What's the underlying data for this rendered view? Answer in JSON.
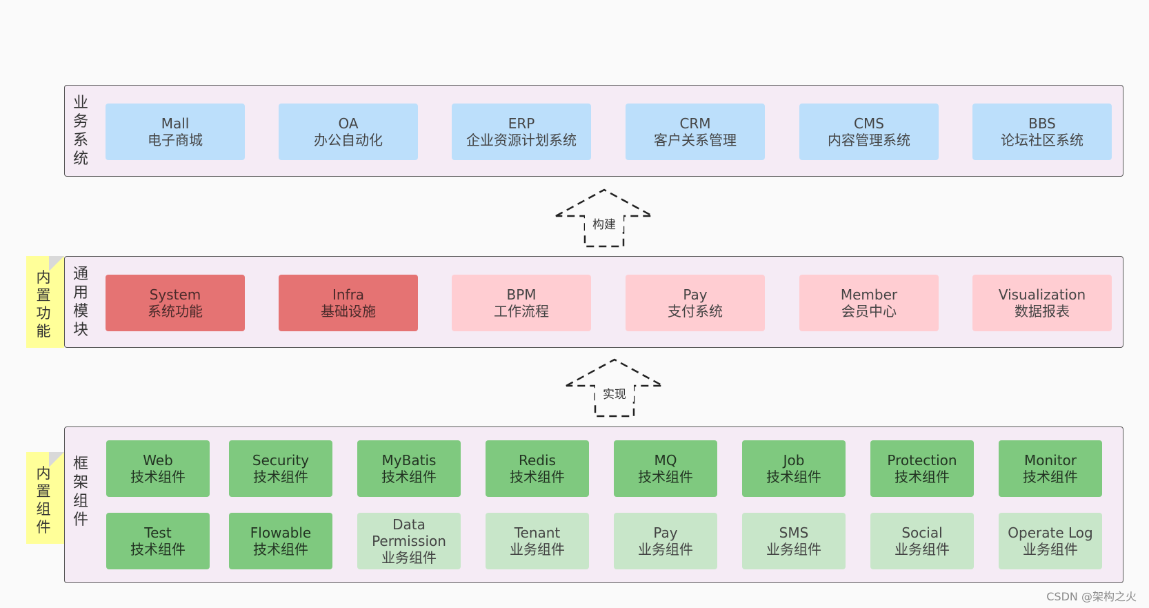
{
  "business": {
    "label": "业务系统",
    "items": [
      {
        "en": "Mall",
        "zh": "电子商城"
      },
      {
        "en": "OA",
        "zh": "办公自动化"
      },
      {
        "en": "ERP",
        "zh": "企业资源计划系统"
      },
      {
        "en": "CRM",
        "zh": "客户关系管理"
      },
      {
        "en": "CMS",
        "zh": "内容管理系统"
      },
      {
        "en": "BBS",
        "zh": "论坛社区系统"
      }
    ]
  },
  "arrows": {
    "build": "构建",
    "implement": "实现"
  },
  "modules": {
    "label": "通用模块",
    "note": "内置功能",
    "items": [
      {
        "en": "System",
        "zh": "系统功能"
      },
      {
        "en": "Infra",
        "zh": "基础设施"
      },
      {
        "en": "BPM",
        "zh": "工作流程"
      },
      {
        "en": "Pay",
        "zh": "支付系统"
      },
      {
        "en": "Member",
        "zh": "会员中心"
      },
      {
        "en": "Visualization",
        "zh": "数据报表"
      }
    ]
  },
  "framework": {
    "label": "框架组件",
    "note": "内置组件",
    "row1": [
      {
        "en": "Web",
        "zh": "技术组件"
      },
      {
        "en": "Security",
        "zh": "技术组件"
      },
      {
        "en": "MyBatis",
        "zh": "技术组件"
      },
      {
        "en": "Redis",
        "zh": "技术组件"
      },
      {
        "en": "MQ",
        "zh": "技术组件"
      },
      {
        "en": "Job",
        "zh": "技术组件"
      },
      {
        "en": "Protection",
        "zh": "技术组件"
      },
      {
        "en": "Monitor",
        "zh": "技术组件"
      }
    ],
    "row2": [
      {
        "en": "Test",
        "zh": "技术组件"
      },
      {
        "en": "Flowable",
        "zh": "技术组件"
      },
      {
        "en": "Data Permission",
        "zh": "业务组件"
      },
      {
        "en": "Tenant",
        "zh": "业务组件"
      },
      {
        "en": "Pay",
        "zh": "业务组件"
      },
      {
        "en": "SMS",
        "zh": "业务组件"
      },
      {
        "en": "Social",
        "zh": "业务组件"
      },
      {
        "en": "Operate Log",
        "zh": "业务组件"
      }
    ]
  },
  "watermark": "CSDN @架构之火",
  "colors": {
    "business_box": "#bcdffb",
    "module_core": "#e57373",
    "module_other": "#ffcdd2",
    "tech_component": "#7fc97f",
    "biz_component": "#c8e6c9",
    "layer_bg": "#f5ebf5",
    "note_bg": "#ffff99"
  }
}
